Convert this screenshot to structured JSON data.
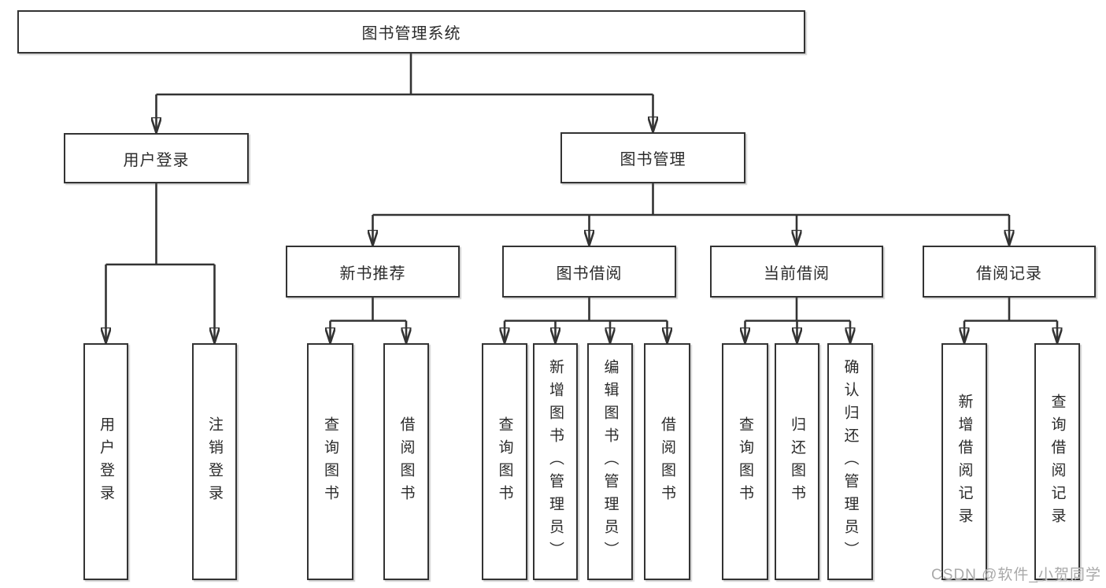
{
  "diagram": {
    "root": {
      "label": "图书管理系统"
    },
    "branches": [
      {
        "label": "用户登录",
        "children": [
          {
            "label": "用户登录"
          },
          {
            "label": "注销登录"
          }
        ]
      },
      {
        "label": "图书管理",
        "children": [
          {
            "label": "新书推荐",
            "children": [
              {
                "label": "查询图书"
              },
              {
                "label": "借阅图书"
              }
            ]
          },
          {
            "label": "图书借阅",
            "children": [
              {
                "label": "查询图书"
              },
              {
                "label": "新增图书（管理员）"
              },
              {
                "label": "编辑图书（管理员）"
              },
              {
                "label": "借阅图书"
              }
            ]
          },
          {
            "label": "当前借阅",
            "children": [
              {
                "label": "查询图书"
              },
              {
                "label": "归还图书"
              },
              {
                "label": "确认归还（管理员）"
              }
            ]
          },
          {
            "label": "借阅记录",
            "children": [
              {
                "label": "新增借阅记录"
              },
              {
                "label": "查询借阅记录"
              }
            ]
          }
        ]
      }
    ],
    "watermark": "CSDN @软件_小贺同学",
    "colors": {
      "line": "#333333",
      "text": "#2b2b2b",
      "watermark": "#a9a9a9",
      "background": "#ffffff"
    }
  }
}
